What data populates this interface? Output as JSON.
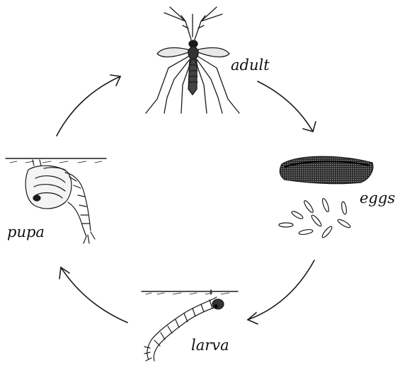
{
  "diagram": {
    "stages": [
      {
        "id": "adult",
        "label": "adult"
      },
      {
        "id": "eggs",
        "label": "eggs"
      },
      {
        "id": "larva",
        "label": "larva"
      },
      {
        "id": "pupa",
        "label": "pupa"
      }
    ],
    "cycle_order": [
      "adult",
      "eggs",
      "larva",
      "pupa",
      "adult"
    ],
    "ink_color": "#1a1a1a"
  }
}
